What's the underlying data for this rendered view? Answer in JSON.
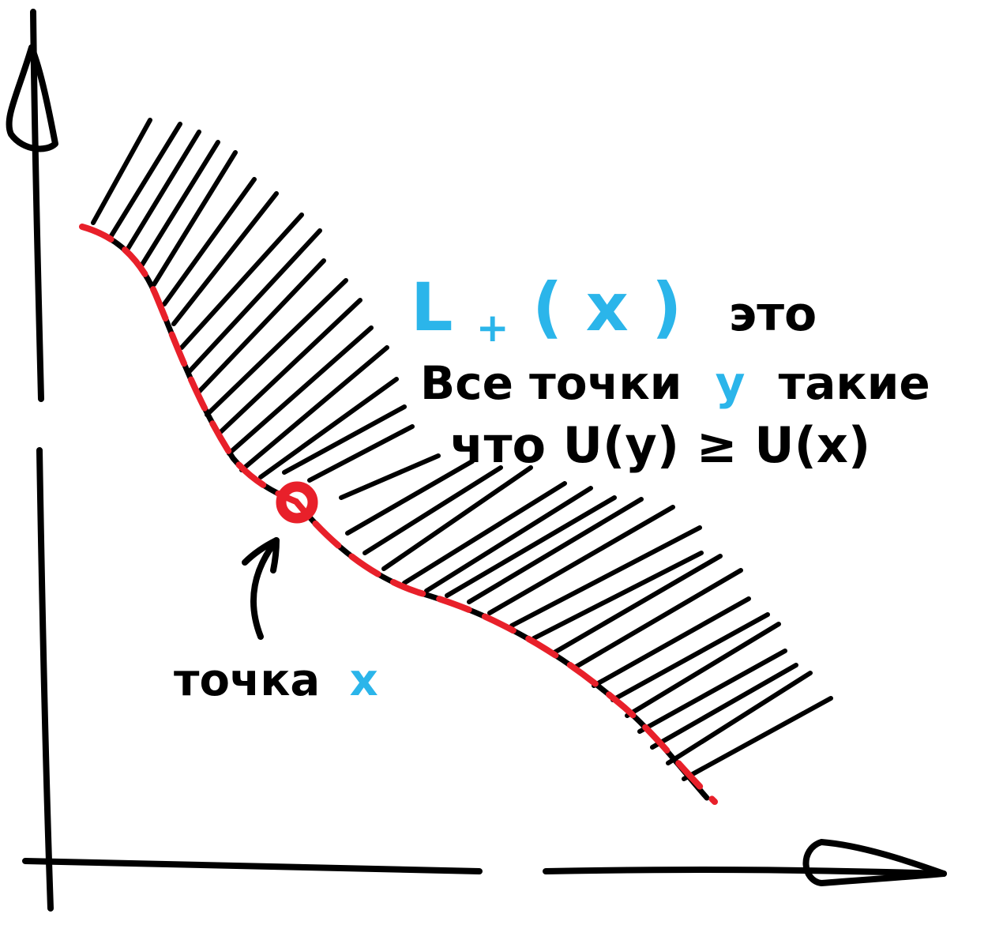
{
  "colors": {
    "ink": "#000000",
    "curve": "#e8202a",
    "accent": "#2bb5ea",
    "background": "#ffffff"
  },
  "annotation": {
    "set_symbol": "L",
    "set_subscript": "+",
    "set_paren_open": "(",
    "set_var": "x",
    "set_paren_close": ")",
    "line1_rest": "это",
    "line2_start": "Все точки",
    "line2_var": "у",
    "line2_end": "такие",
    "line3": "что U(у) ≥ U(x)"
  },
  "point_label": {
    "text": "точка",
    "var": "x"
  }
}
